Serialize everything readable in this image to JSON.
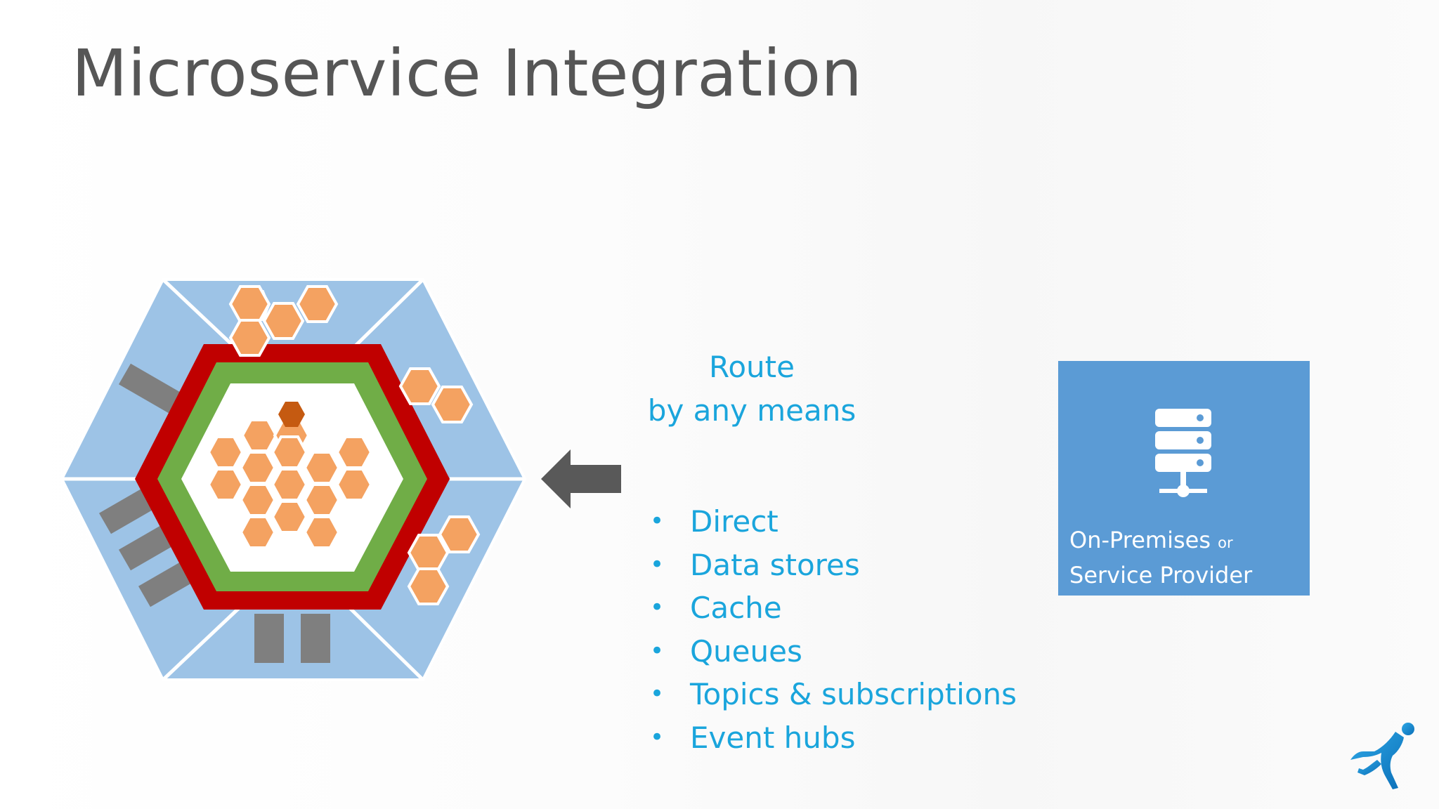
{
  "slide": {
    "title": "Microservice Integration"
  },
  "route": {
    "line1": "Route",
    "line2": "by any means"
  },
  "bullets": [
    "Direct",
    "Data stores",
    "Cache",
    "Queues",
    "Topics & subscriptions",
    "Event hubs"
  ],
  "provider": {
    "line1_main": "On-Premises",
    "line1_small": "or",
    "line2": "Service Provider"
  },
  "icons": {
    "arrow": "arrow-left-icon",
    "server": "server-icon",
    "logo": "runner-logo-icon",
    "bullet": "•"
  },
  "colors": {
    "title": "#565656",
    "accent_text": "#1aa5dc",
    "outer_hexagon": "#9dc3e6",
    "red_ring": "#c00000",
    "green_ring": "#70ad47",
    "small_hex": "#f4a261",
    "dark_hex": "#c55a11",
    "gray_block": "#7f7f7f",
    "provider_box": "#5b9bd5"
  }
}
